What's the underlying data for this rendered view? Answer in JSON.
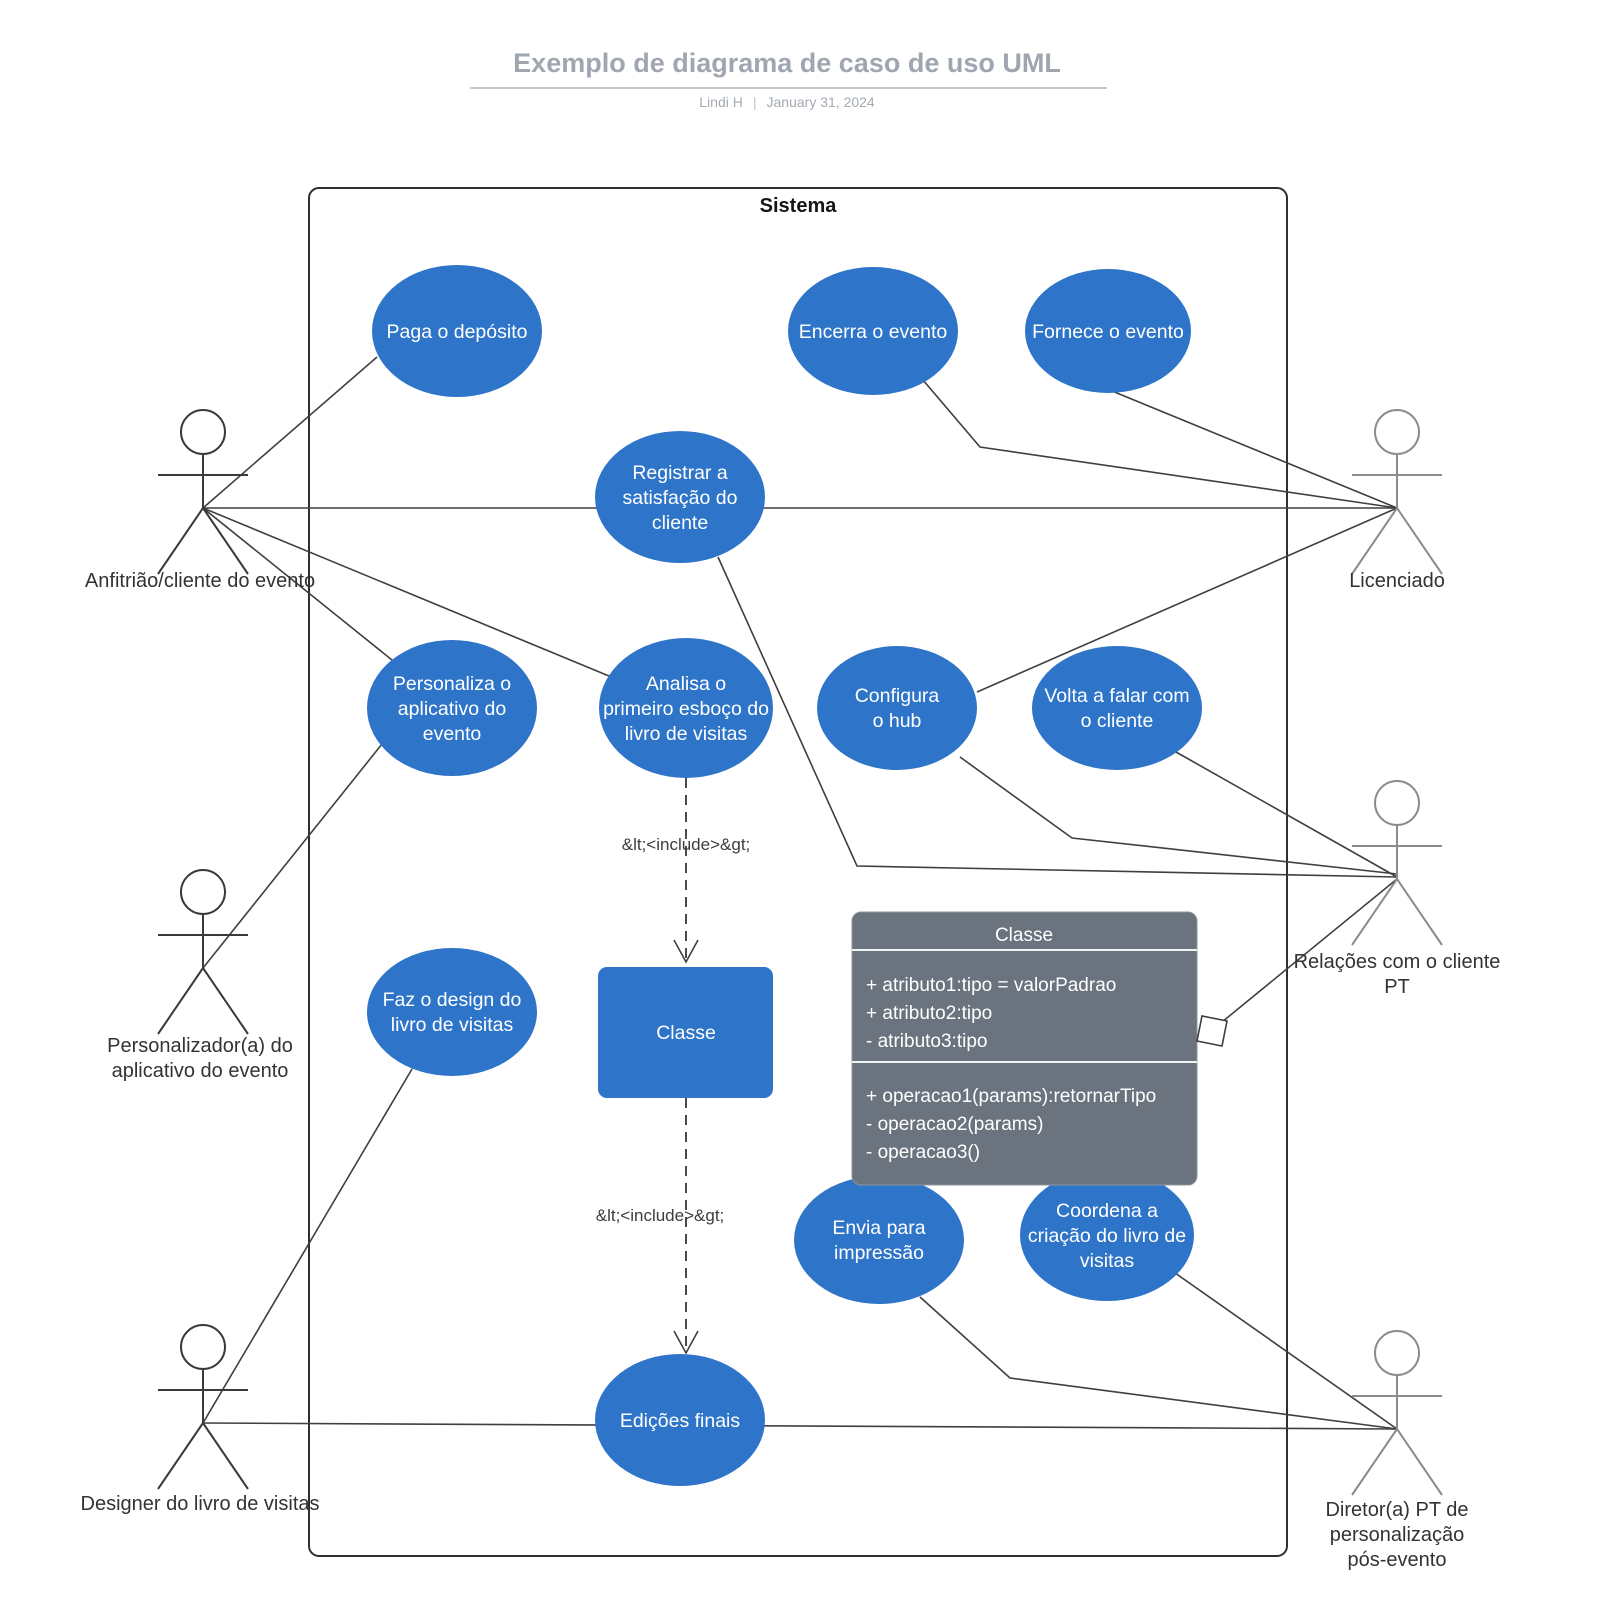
{
  "header": {
    "title": "Exemplo de diagrama de caso de uso UML",
    "author": "Lindi H",
    "separator": "|",
    "date": "January 31, 2024"
  },
  "system": {
    "label": "Sistema"
  },
  "use_cases": [
    {
      "id": "paga-o-deposito",
      "lines": [
        "Paga o depósito"
      ]
    },
    {
      "id": "encerra-o-evento",
      "lines": [
        "Encerra o evento"
      ]
    },
    {
      "id": "fornece-o-evento",
      "lines": [
        "Fornece o evento"
      ]
    },
    {
      "id": "registrar-satisfacao",
      "lines": [
        "Registrar a",
        "satisfação do",
        "cliente"
      ]
    },
    {
      "id": "personaliza-aplicativo",
      "lines": [
        "Personaliza o",
        "aplicativo do",
        "evento"
      ]
    },
    {
      "id": "analisa-esboco",
      "lines": [
        "Analisa o",
        "primeiro esboço do",
        "livro de visitas"
      ]
    },
    {
      "id": "configura-hub",
      "lines": [
        "Configura",
        "o hub"
      ]
    },
    {
      "id": "volta-a-falar",
      "lines": [
        "Volta a falar com",
        "o cliente"
      ]
    },
    {
      "id": "faz-design",
      "lines": [
        "Faz o design do",
        "livro de visitas"
      ]
    },
    {
      "id": "envia-impressao",
      "lines": [
        "Envia para",
        "impressão"
      ]
    },
    {
      "id": "coordena-criacao",
      "lines": [
        "Coordena a",
        "criação do livro de",
        "visitas"
      ]
    },
    {
      "id": "edicoes-finais",
      "lines": [
        "Edições finais"
      ]
    }
  ],
  "class_rect": {
    "label": "Classe"
  },
  "uml_class": {
    "title": "Classe",
    "attributes": [
      "+ atributo1:tipo = valorPadrao",
      "+ atributo2:tipo",
      "- atributo3:tipo"
    ],
    "operations": [
      "+ operacao1(params):retornarTipo",
      "- operacao2(params)",
      "- operacao3()"
    ]
  },
  "include_labels": [
    "&lt;<include>&gt;",
    "&lt;<include>&gt;"
  ],
  "actors": [
    {
      "id": "anfitriao",
      "lines": [
        "Anfitrião/cliente do evento"
      ]
    },
    {
      "id": "personalizador",
      "lines": [
        "Personalizador(a) do",
        "aplicativo do evento"
      ]
    },
    {
      "id": "designer",
      "lines": [
        "Designer do livro de visitas"
      ]
    },
    {
      "id": "licenciado",
      "lines": [
        "Licenciado"
      ]
    },
    {
      "id": "relacoes",
      "lines": [
        "Relações com o cliente",
        "PT"
      ]
    },
    {
      "id": "diretor",
      "lines": [
        "Diretor(a) PT de",
        "personalização",
        "pós-evento"
      ]
    }
  ],
  "colors": {
    "use_case_fill": "#2e74c9",
    "use_case_text": "#ffffff",
    "uml_class_fill": "#6b737e",
    "title_text": "#9fa6b0",
    "connector": "#3f3f3f",
    "actor_left": "#3a3a3a",
    "actor_right": "#8b8b8b",
    "background": "#ffffff"
  }
}
